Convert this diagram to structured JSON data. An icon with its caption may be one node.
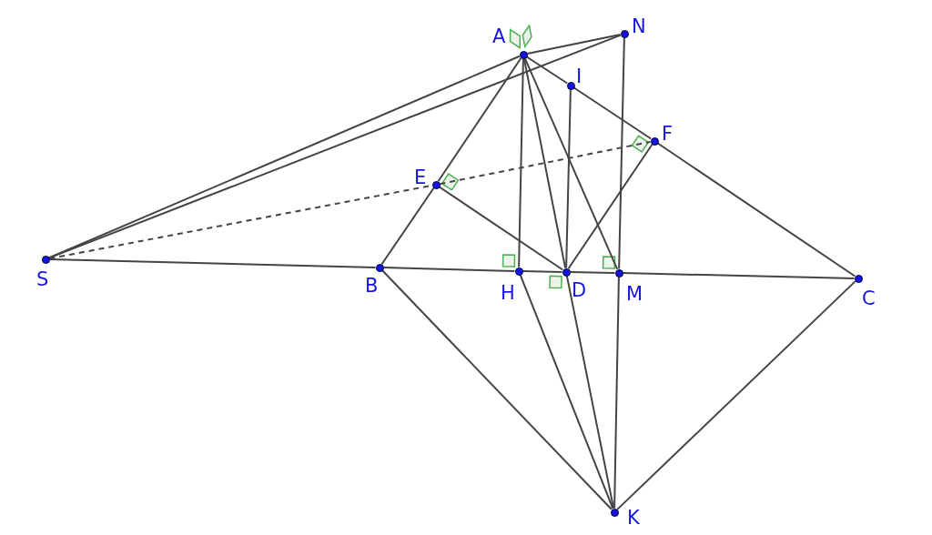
{
  "diagram": {
    "nodes": [
      {
        "text": [
          "A"
        ]
      },
      {
        "text": [
          "N"
        ]
      },
      {
        "text": [
          "I"
        ]
      },
      {
        "text": [
          "F"
        ]
      },
      {
        "text": [
          "E"
        ]
      },
      {
        "text": [
          "S"
        ]
      },
      {
        "text": [
          "B"
        ]
      },
      {
        "text": [
          "H"
        ]
      },
      {
        "text": [
          "D"
        ]
      },
      {
        "text": [
          "M"
        ]
      },
      {
        "text": [
          "C"
        ]
      },
      {
        "text": [
          "K"
        ]
      }
    ],
    "edges": [
      {
        "from": 5,
        "to": 0,
        "arrow": "none"
      },
      {
        "from": 5,
        "to": 1,
        "arrow": "none"
      },
      {
        "from": 0,
        "to": 1,
        "arrow": "none"
      },
      {
        "from": 5,
        "to": 6,
        "arrow": "none"
      },
      {
        "from": 6,
        "to": 7,
        "arrow": "none"
      },
      {
        "from": 7,
        "to": 8,
        "arrow": "none"
      },
      {
        "from": 8,
        "to": 9,
        "arrow": "none"
      },
      {
        "from": 9,
        "to": 10,
        "arrow": "none"
      },
      {
        "from": 0,
        "to": 4,
        "arrow": "none"
      },
      {
        "from": 4,
        "to": 6,
        "arrow": "none"
      },
      {
        "from": 0,
        "to": 2,
        "arrow": "none"
      },
      {
        "from": 2,
        "to": 3,
        "arrow": "none"
      },
      {
        "from": 3,
        "to": 10,
        "arrow": "none"
      },
      {
        "from": 0,
        "to": 7,
        "arrow": "none"
      },
      {
        "from": 7,
        "to": 11,
        "arrow": "none"
      },
      {
        "from": 0,
        "to": 8,
        "arrow": "none"
      },
      {
        "from": 8,
        "to": 11,
        "arrow": "none"
      },
      {
        "from": 0,
        "to": 9,
        "arrow": "none"
      },
      {
        "from": 1,
        "to": 9,
        "arrow": "none"
      },
      {
        "from": 9,
        "to": 11,
        "arrow": "none"
      },
      {
        "from": 2,
        "to": 8,
        "arrow": "none"
      },
      {
        "from": 4,
        "to": 8,
        "arrow": "none"
      },
      {
        "from": 8,
        "to": 3,
        "arrow": "none"
      },
      {
        "from": 5,
        "to": 4,
        "arrow": "none",
        "style": "dashed"
      },
      {
        "from": 4,
        "to": 3,
        "arrow": "none",
        "style": "dashed"
      },
      {
        "from": 6,
        "to": 11,
        "arrow": "none"
      },
      {
        "from": 10,
        "to": 11,
        "arrow": "none"
      }
    ]
  }
}
